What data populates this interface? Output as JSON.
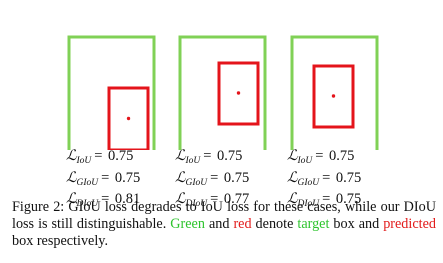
{
  "colors": {
    "target_box": "#80d156",
    "predicted_box": "#e4141b",
    "center_dot": "#e4141b",
    "green_word": "#2ec42e",
    "red_word": "#e21b1b"
  },
  "icons": {
    "target": "target-box-icon",
    "predicted": "predicted-box-icon",
    "center": "center-dot-icon"
  },
  "losses": [
    {
      "iou": {
        "symbol": "ℒ",
        "sub": "IoU",
        "eq": "=",
        "value": "0.75"
      },
      "giou": {
        "symbol": "ℒ",
        "sub": "GIoU",
        "eq": "=",
        "value": "0.75"
      },
      "diou": {
        "symbol": "ℒ",
        "sub": "DIoU",
        "eq": "=",
        "value": "0.81"
      }
    },
    {
      "iou": {
        "symbol": "ℒ",
        "sub": "IoU",
        "eq": "=",
        "value": "0.75"
      },
      "giou": {
        "symbol": "ℒ",
        "sub": "GIoU",
        "eq": "=",
        "value": "0.75"
      },
      "diou": {
        "symbol": "ℒ",
        "sub": "DIoU",
        "eq": "=",
        "value": "0.77"
      }
    },
    {
      "iou": {
        "symbol": "ℒ",
        "sub": "IoU",
        "eq": "=",
        "value": "0.75"
      },
      "giou": {
        "symbol": "ℒ",
        "sub": "GIoU",
        "eq": "=",
        "value": "0.75"
      },
      "diou": {
        "symbol": "ℒ",
        "sub": "DIoU",
        "eq": "=",
        "value": "0.75"
      }
    }
  ],
  "caption": {
    "part1": "Figure 2: GIoU loss degrades to IoU loss for these cases, while our DIoU loss is still distinguishable. ",
    "green": "Green",
    "part2": " and ",
    "red": "red",
    "part3": " denote ",
    "target": "target",
    "part4": " box and ",
    "predicted": "predicted",
    "part5": " box respectively."
  }
}
